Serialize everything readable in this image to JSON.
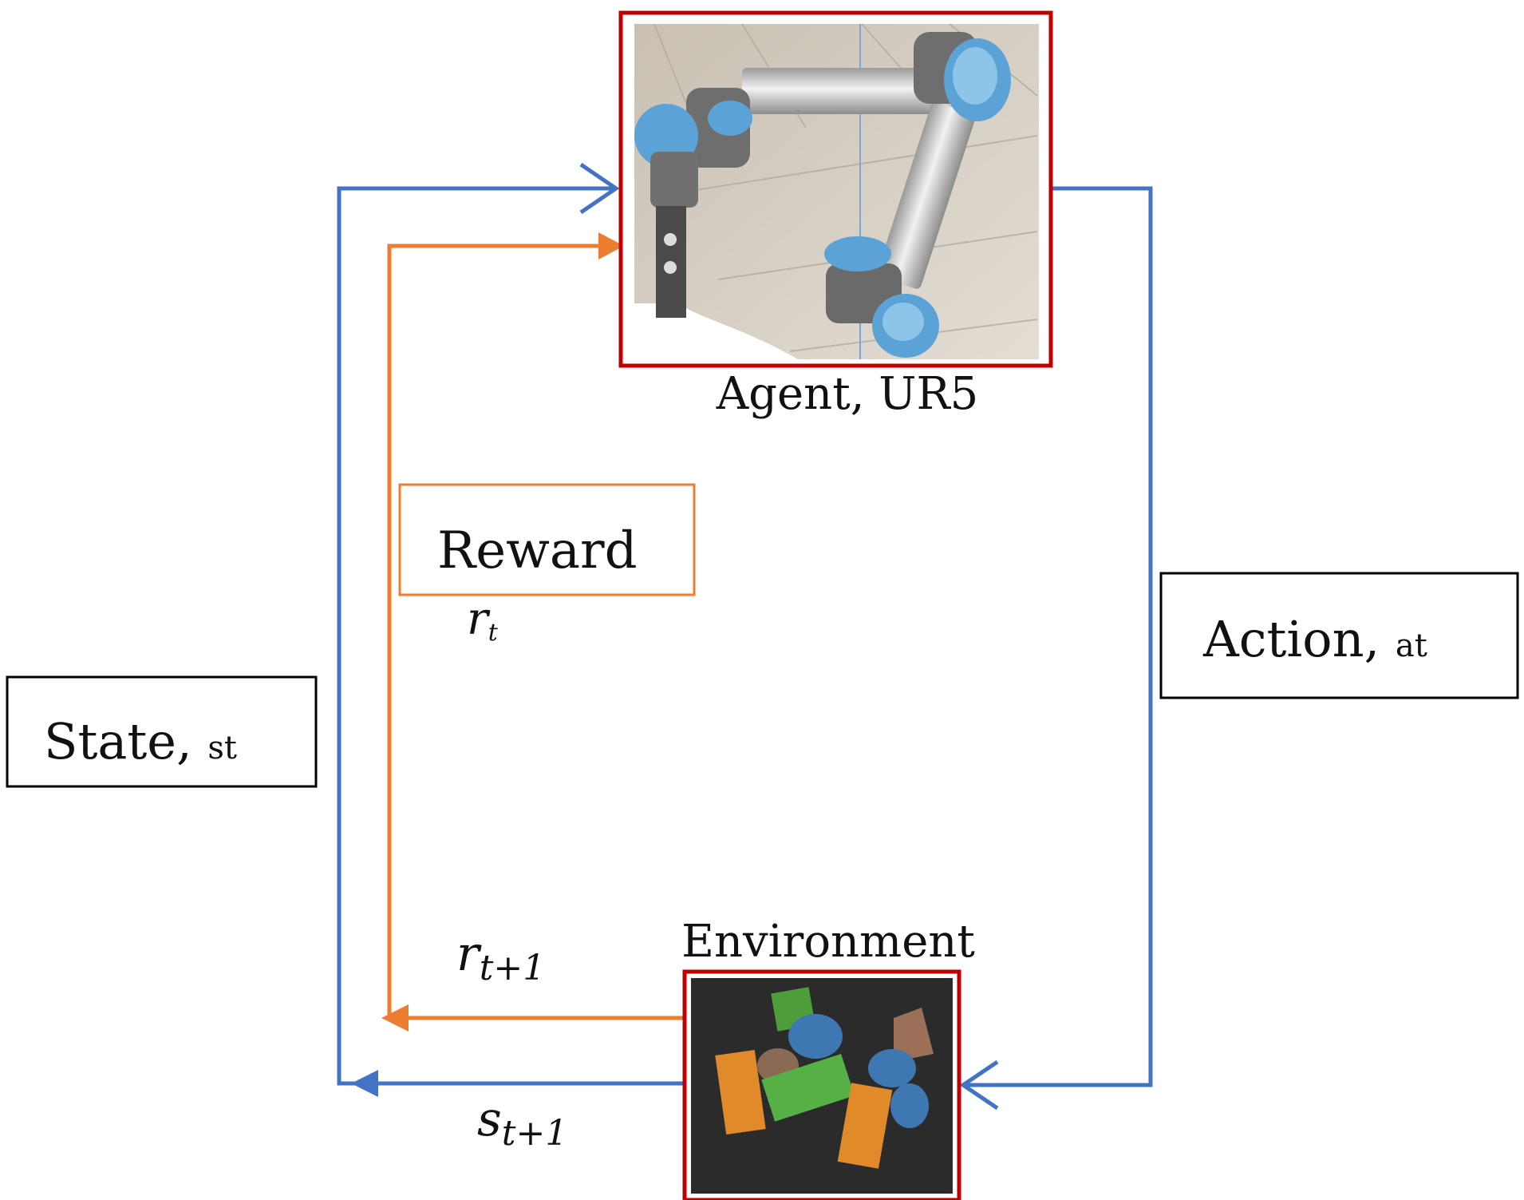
{
  "diagram": {
    "agent": {
      "label": "Agent, UR5"
    },
    "environment": {
      "label": "Environment"
    },
    "reward_box": {
      "label": "Reward"
    },
    "action_box": {
      "label": "Action, ",
      "subscript": "at"
    },
    "state_box": {
      "label": "State, ",
      "subscript": "st"
    },
    "reward_t": {
      "base": "r",
      "sub": "t"
    },
    "reward_t1": {
      "base": "r",
      "sub": "t+1"
    },
    "state_t1": {
      "base": "s",
      "sub": "t+1"
    }
  },
  "colors": {
    "state_action_loop": "#4472c4",
    "reward_loop": "#ed7d31",
    "image_frame": "#c00000",
    "reward_box_border": "#ed7d31",
    "box_border": "#000000"
  },
  "icons": {
    "agent_image": "robot-arm-icon",
    "environment_image": "toy-blocks-icon"
  }
}
